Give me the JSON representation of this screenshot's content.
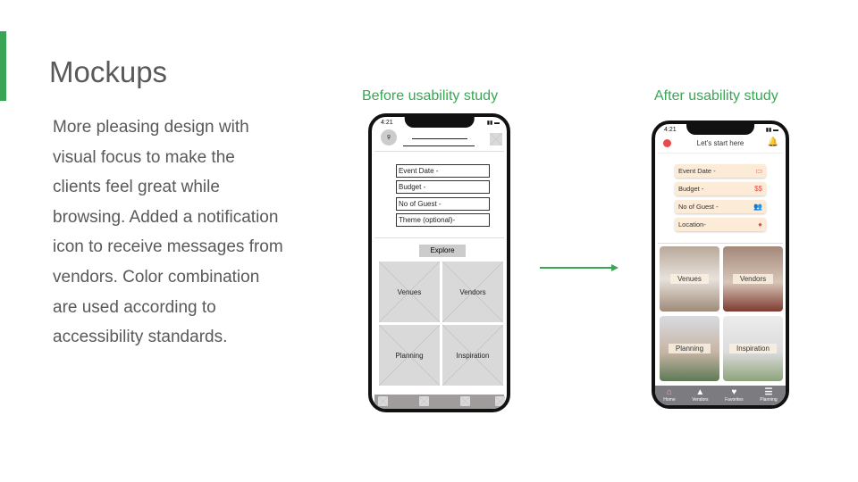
{
  "slide": {
    "title": "Mockups",
    "body": "More pleasing design with visual focus to make the clients feel great while browsing. Added a notification icon to receive messages from vendors. Color combination are used according to accessibility standards."
  },
  "before": {
    "caption": "Before usability study",
    "time": "4:21",
    "fields": [
      "Event Date -",
      "Budget -",
      "No of Guest -",
      "Theme (optional)-"
    ],
    "explore": "Explore",
    "tiles": [
      "Venues",
      "Vendors",
      "Planning",
      "Inspiration"
    ]
  },
  "after": {
    "caption": "After usability study",
    "time": "4:21",
    "header": "Let's start here",
    "fields": [
      {
        "label": "Event Date -",
        "icon": "calendar-icon"
      },
      {
        "label": "Budget -",
        "icon": "dollar-icon",
        "glyph": "$$"
      },
      {
        "label": "No of Guest -",
        "icon": "people-icon"
      },
      {
        "label": "Location-",
        "icon": "location-pin-icon"
      }
    ],
    "tiles": [
      "Venues",
      "Vendors",
      "Planning",
      "Inspiration"
    ],
    "nav": [
      "Home",
      "Vendors",
      "Favorites",
      "Planning"
    ]
  },
  "colors": {
    "accent": "#3aa655",
    "red": "#e94b4b",
    "field": "#fcebd6"
  }
}
